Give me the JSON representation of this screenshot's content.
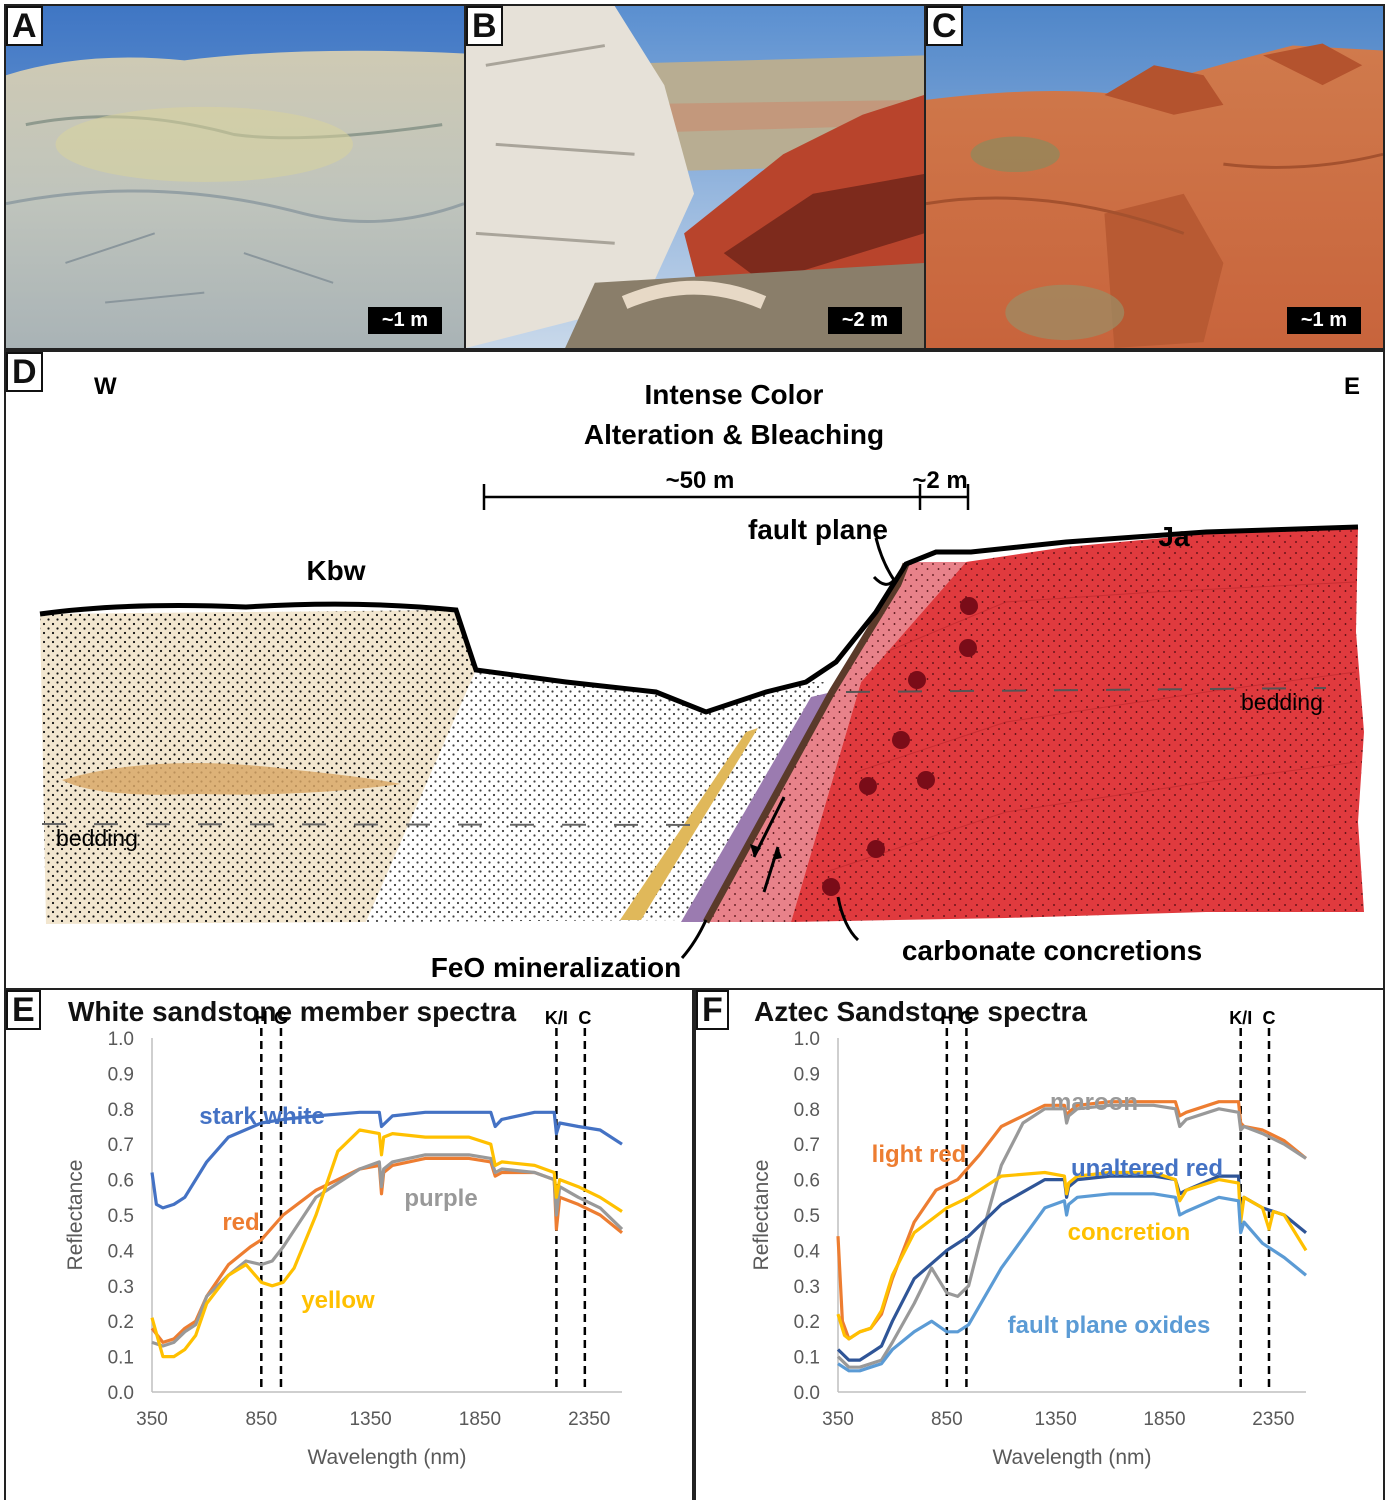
{
  "photos": [
    {
      "letter": "A",
      "scale_label": "~1 m",
      "theme": "white sandstone outcrop"
    },
    {
      "letter": "B",
      "scale_label": "~2 m",
      "theme": "bleached and red fault zone"
    },
    {
      "letter": "C",
      "scale_label": "~1 m",
      "theme": "red aztec sandstone"
    }
  ],
  "cross_section": {
    "letter": "D",
    "west_label": "W",
    "east_label": "E",
    "title_line1": "Intense Color",
    "title_line2": "Alteration & Bleaching",
    "span1_label": "~50 m",
    "span2_label": "~2 m",
    "fault_plane_label": "fault plane",
    "kbw_label": "Kbw",
    "ja_label": "Ja",
    "bedding_left_label": "bedding",
    "bedding_right_label": "bedding",
    "feo_label": "FeO mineralization",
    "concretions_label": "carbonate concretions",
    "colors": {
      "kbw": "#f2e6cf",
      "bleached": "#ffffff",
      "ja": "#e03a3e",
      "pink": "#e8828a",
      "purple": "#9b7bb0",
      "oxide": "#5a3a2a",
      "yellow_band": "#e0b85a",
      "concretion": "#7a0c18"
    }
  },
  "chart_data": [
    {
      "letter": "E",
      "type": "line",
      "title": "White sandstone member spectra",
      "xlabel": "Wavelength (nm)",
      "ylabel": "Reflectance",
      "xlim": [
        350,
        2500
      ],
      "ylim": [
        0.0,
        1.0
      ],
      "x_ticks": [
        "350",
        "850",
        "1350",
        "1850",
        "2350"
      ],
      "y_ticks": [
        "0.0",
        "0.1",
        "0.2",
        "0.3",
        "0.4",
        "0.5",
        "0.6",
        "0.7",
        "0.8",
        "0.9",
        "1.0"
      ],
      "markers": [
        {
          "label": "H",
          "x": 850
        },
        {
          "label": "G",
          "x": 940
        },
        {
          "label": "K/I",
          "x": 2200
        },
        {
          "label": "C",
          "x": 2330
        }
      ],
      "series": [
        {
          "name": "stark white",
          "color": "#4472c4",
          "x": [
            350,
            370,
            400,
            450,
            500,
            600,
            700,
            850,
            950,
            1100,
            1300,
            1390,
            1400,
            1450,
            1600,
            1800,
            1900,
            1920,
            1950,
            2100,
            2190,
            2200,
            2215,
            2300,
            2400,
            2500
          ],
          "y": [
            0.62,
            0.53,
            0.52,
            0.53,
            0.55,
            0.65,
            0.72,
            0.76,
            0.77,
            0.78,
            0.79,
            0.79,
            0.75,
            0.78,
            0.79,
            0.79,
            0.79,
            0.75,
            0.77,
            0.79,
            0.79,
            0.73,
            0.76,
            0.75,
            0.74,
            0.7
          ]
        },
        {
          "name": "red",
          "color": "#ed7d31",
          "x": [
            350,
            400,
            450,
            500,
            550,
            600,
            700,
            800,
            850,
            950,
            1100,
            1300,
            1390,
            1400,
            1410,
            1450,
            1600,
            1800,
            1900,
            1920,
            1950,
            2100,
            2190,
            2200,
            2215,
            2300,
            2400,
            2500
          ],
          "y": [
            0.18,
            0.14,
            0.15,
            0.18,
            0.2,
            0.27,
            0.36,
            0.41,
            0.43,
            0.5,
            0.57,
            0.63,
            0.64,
            0.56,
            0.62,
            0.64,
            0.66,
            0.66,
            0.65,
            0.61,
            0.62,
            0.62,
            0.6,
            0.46,
            0.55,
            0.53,
            0.5,
            0.45
          ]
        },
        {
          "name": "purple",
          "color": "#999999",
          "x": [
            350,
            400,
            450,
            500,
            550,
            600,
            700,
            780,
            850,
            900,
            950,
            1100,
            1300,
            1390,
            1400,
            1410,
            1450,
            1600,
            1800,
            1900,
            1920,
            1950,
            2100,
            2190,
            2200,
            2215,
            2300,
            2400,
            2500
          ],
          "y": [
            0.14,
            0.13,
            0.14,
            0.17,
            0.19,
            0.27,
            0.33,
            0.37,
            0.36,
            0.37,
            0.41,
            0.55,
            0.63,
            0.65,
            0.58,
            0.63,
            0.65,
            0.67,
            0.67,
            0.66,
            0.62,
            0.63,
            0.62,
            0.6,
            0.5,
            0.58,
            0.55,
            0.52,
            0.46
          ]
        },
        {
          "name": "yellow",
          "color": "#ffc000",
          "x": [
            350,
            400,
            450,
            500,
            550,
            600,
            700,
            780,
            850,
            900,
            950,
            1000,
            1100,
            1200,
            1300,
            1390,
            1400,
            1410,
            1450,
            1600,
            1800,
            1900,
            1920,
            1950,
            2100,
            2190,
            2200,
            2215,
            2300,
            2400,
            2500
          ],
          "y": [
            0.21,
            0.1,
            0.1,
            0.12,
            0.16,
            0.25,
            0.33,
            0.36,
            0.31,
            0.3,
            0.31,
            0.35,
            0.5,
            0.68,
            0.74,
            0.73,
            0.67,
            0.72,
            0.73,
            0.72,
            0.72,
            0.7,
            0.64,
            0.65,
            0.64,
            0.62,
            0.55,
            0.6,
            0.58,
            0.55,
            0.51
          ]
        }
      ],
      "series_label_colors": {
        "stark white": "#4472c4",
        "red": "#ed7d31",
        "purple": "#999999",
        "yellow": "#ffc000"
      }
    },
    {
      "letter": "F",
      "type": "line",
      "title": "Aztec Sandstone spectra",
      "xlabel": "Wavelength (nm)",
      "ylabel": "Reflectance",
      "xlim": [
        350,
        2500
      ],
      "ylim": [
        0.0,
        1.0
      ],
      "x_ticks": [
        "350",
        "850",
        "1350",
        "1850",
        "2350"
      ],
      "y_ticks": [
        "0.0",
        "0.1",
        "0.2",
        "0.3",
        "0.4",
        "0.5",
        "0.6",
        "0.7",
        "0.8",
        "0.9",
        "1.0"
      ],
      "markers": [
        {
          "label": "H",
          "x": 850
        },
        {
          "label": "G",
          "x": 940
        },
        {
          "label": "K/I",
          "x": 2200
        },
        {
          "label": "C",
          "x": 2330
        }
      ],
      "series": [
        {
          "name": "light red",
          "color": "#ed7d31",
          "x": [
            350,
            370,
            400,
            450,
            500,
            550,
            600,
            700,
            800,
            900,
            1000,
            1100,
            1200,
            1300,
            1390,
            1400,
            1410,
            1450,
            1600,
            1800,
            1900,
            1920,
            1950,
            2100,
            2190,
            2200,
            2215,
            2300,
            2400,
            2500
          ],
          "y": [
            0.44,
            0.2,
            0.15,
            0.17,
            0.18,
            0.22,
            0.32,
            0.48,
            0.57,
            0.6,
            0.67,
            0.75,
            0.78,
            0.81,
            0.81,
            0.77,
            0.79,
            0.81,
            0.82,
            0.82,
            0.82,
            0.78,
            0.79,
            0.82,
            0.82,
            0.76,
            0.75,
            0.74,
            0.71,
            0.66
          ]
        },
        {
          "name": "maroon",
          "color": "#999999",
          "x": [
            350,
            400,
            450,
            500,
            550,
            600,
            700,
            780,
            850,
            900,
            950,
            1000,
            1100,
            1200,
            1300,
            1390,
            1400,
            1410,
            1450,
            1600,
            1800,
            1900,
            1920,
            1950,
            2100,
            2190,
            2200,
            2215,
            2300,
            2400,
            2500
          ],
          "y": [
            0.1,
            0.07,
            0.07,
            0.08,
            0.09,
            0.14,
            0.25,
            0.35,
            0.28,
            0.27,
            0.3,
            0.42,
            0.64,
            0.76,
            0.8,
            0.8,
            0.76,
            0.78,
            0.8,
            0.81,
            0.81,
            0.8,
            0.75,
            0.77,
            0.8,
            0.79,
            0.74,
            0.75,
            0.73,
            0.7,
            0.66
          ]
        },
        {
          "name": "unaltered red",
          "color": "#2f5597",
          "x": [
            350,
            400,
            450,
            500,
            550,
            600,
            700,
            850,
            950,
            1100,
            1300,
            1390,
            1400,
            1410,
            1450,
            1600,
            1800,
            1900,
            1920,
            1950,
            2100,
            2190,
            2200,
            2215,
            2300,
            2400,
            2500
          ],
          "y": [
            0.12,
            0.09,
            0.09,
            0.11,
            0.13,
            0.2,
            0.32,
            0.4,
            0.44,
            0.53,
            0.6,
            0.6,
            0.55,
            0.58,
            0.6,
            0.61,
            0.61,
            0.6,
            0.56,
            0.57,
            0.61,
            0.61,
            0.5,
            0.55,
            0.52,
            0.5,
            0.45
          ]
        },
        {
          "name": "concretion",
          "color": "#ffc000",
          "x": [
            350,
            380,
            400,
            450,
            500,
            550,
            600,
            700,
            850,
            950,
            1100,
            1300,
            1390,
            1400,
            1410,
            1450,
            1600,
            1800,
            1900,
            1920,
            1950,
            2100,
            2190,
            2200,
            2215,
            2300,
            2330,
            2350,
            2400,
            2500
          ],
          "y": [
            0.22,
            0.16,
            0.15,
            0.17,
            0.18,
            0.23,
            0.33,
            0.45,
            0.52,
            0.55,
            0.61,
            0.62,
            0.61,
            0.56,
            0.59,
            0.61,
            0.62,
            0.62,
            0.6,
            0.54,
            0.57,
            0.6,
            0.59,
            0.48,
            0.55,
            0.52,
            0.46,
            0.51,
            0.5,
            0.4
          ]
        },
        {
          "name": "fault plane oxides",
          "color": "#5b9bd5",
          "x": [
            350,
            400,
            450,
            500,
            550,
            600,
            700,
            780,
            850,
            900,
            950,
            1100,
            1300,
            1390,
            1400,
            1410,
            1450,
            1600,
            1800,
            1900,
            1920,
            1950,
            2100,
            2190,
            2200,
            2215,
            2300,
            2400,
            2500
          ],
          "y": [
            0.08,
            0.06,
            0.06,
            0.07,
            0.08,
            0.12,
            0.17,
            0.2,
            0.17,
            0.17,
            0.19,
            0.35,
            0.52,
            0.54,
            0.5,
            0.53,
            0.55,
            0.56,
            0.56,
            0.55,
            0.5,
            0.51,
            0.55,
            0.54,
            0.45,
            0.48,
            0.42,
            0.38,
            0.33
          ]
        }
      ],
      "series_label_colors": {
        "light red": "#ed7d31",
        "maroon": "#999999",
        "unaltered red": "#4472c4",
        "concretion": "#ffc000",
        "fault plane oxides": "#5b9bd5"
      }
    }
  ]
}
